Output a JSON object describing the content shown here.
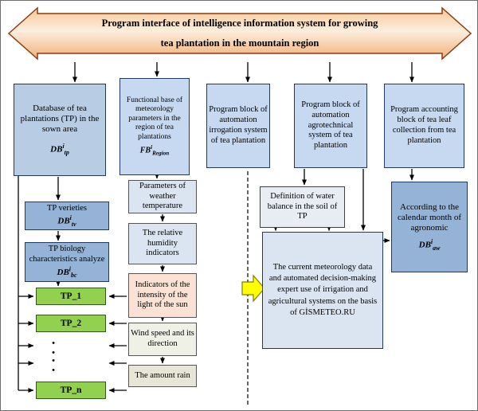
{
  "banner": {
    "line1": "Program interface of intelligence information system for growing",
    "line2": "tea plantation in the mountain region"
  },
  "headers": {
    "db": {
      "text": "Database of tea plantations (TP) in the sown area",
      "f_base": "DB",
      "f_sup": "i",
      "f_sub": "tp"
    },
    "fb": {
      "text": "Functional base of meteorology parameters in the region of tea plantations",
      "f_base": "FB",
      "f_sup": "i",
      "f_sub": "Region"
    },
    "irrigation": {
      "text": "Program block of automation irrogation system of tea plantation"
    },
    "agro": {
      "text": "Program block of automation agrotechnical system of tea plantation"
    },
    "accounting": {
      "text": "Program accounting block of tea leaf collection from tea plantation"
    }
  },
  "left": {
    "varieties": {
      "text": "TP verieties",
      "f_base": "DB",
      "f_sup": "i",
      "f_sub": "tv"
    },
    "biology": {
      "text": "TP biology characteristics analyze",
      "f_base": "DB",
      "f_sup": "i",
      "f_sub": "bc"
    },
    "tp_boxes": [
      "TP_1",
      "TP_2",
      "TP_n"
    ],
    "dots_row": "• •"
  },
  "weather": {
    "items": [
      "Parameters of weather temperature",
      "The relative humidity indicators",
      "Indicators of the intensity of the light of the sun",
      "Wind speed and its direction",
      "The amount rain"
    ]
  },
  "right": {
    "water_balance": "Definition of water balance in the soil of TP",
    "expert": "The current meteorology data and automated decision-making expert use of irrigation and agricultural systems on the basis of GİSMETEO.RU",
    "calendar": {
      "text": "According to the calendar month of agronomic",
      "f_base": "DB",
      "f_sup": "i",
      "f_sub": "aw"
    }
  },
  "colors": {
    "banner_fill_top": "#f8c795",
    "banner_fill_mid": "#fceede",
    "banner_fill_bottom": "#f2b179",
    "banner_border": "#8a3c10",
    "header_fill": "#c6d9f1",
    "db_fill": "#b8cce4",
    "mid_blue": "#95b3d7",
    "green": "#92d050",
    "light_blue": "#dbe5f1",
    "peach": "#fbe2d5",
    "wind": "#f0f1e6",
    "rain": "#e7e5d6",
    "yellow": "#ffff00"
  }
}
